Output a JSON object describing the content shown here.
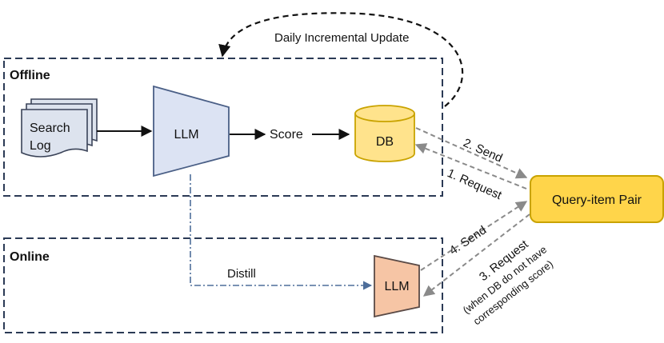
{
  "top_annotation": "Daily Incremental Update",
  "sections": {
    "offline": "Offline",
    "online": "Online"
  },
  "nodes": {
    "search_log": [
      "Search",
      "Log"
    ],
    "llm_offline": "LLM",
    "score": "Score",
    "db": "DB",
    "query_item_pair": "Query-item Pair",
    "llm_online": "LLM"
  },
  "edges": {
    "distill": "Distill",
    "send_2": "2. Send",
    "request_1": "1. Request",
    "send_4": "4. Send",
    "request_3": "3. Request",
    "request_3_note": [
      "(when DB do not have",
      "corresponding score)"
    ]
  },
  "colors": {
    "frame": "#2b3a55",
    "llm_offline_fill": "#dce3f3",
    "llm_offline_stroke": "#4a5f86",
    "llm_online_fill": "#f6c5a5",
    "llm_online_stroke": "#5a4a46",
    "db_fill": "#ffe38c",
    "db_stroke": "#c9a300",
    "pair_fill": "#ffd54a",
    "pair_stroke": "#c9a300",
    "doc_fill": "#dde3ee",
    "doc_stroke": "#3a4358",
    "gray_arrow": "#8a8a8a",
    "distill_line": "#4e6e9a"
  }
}
